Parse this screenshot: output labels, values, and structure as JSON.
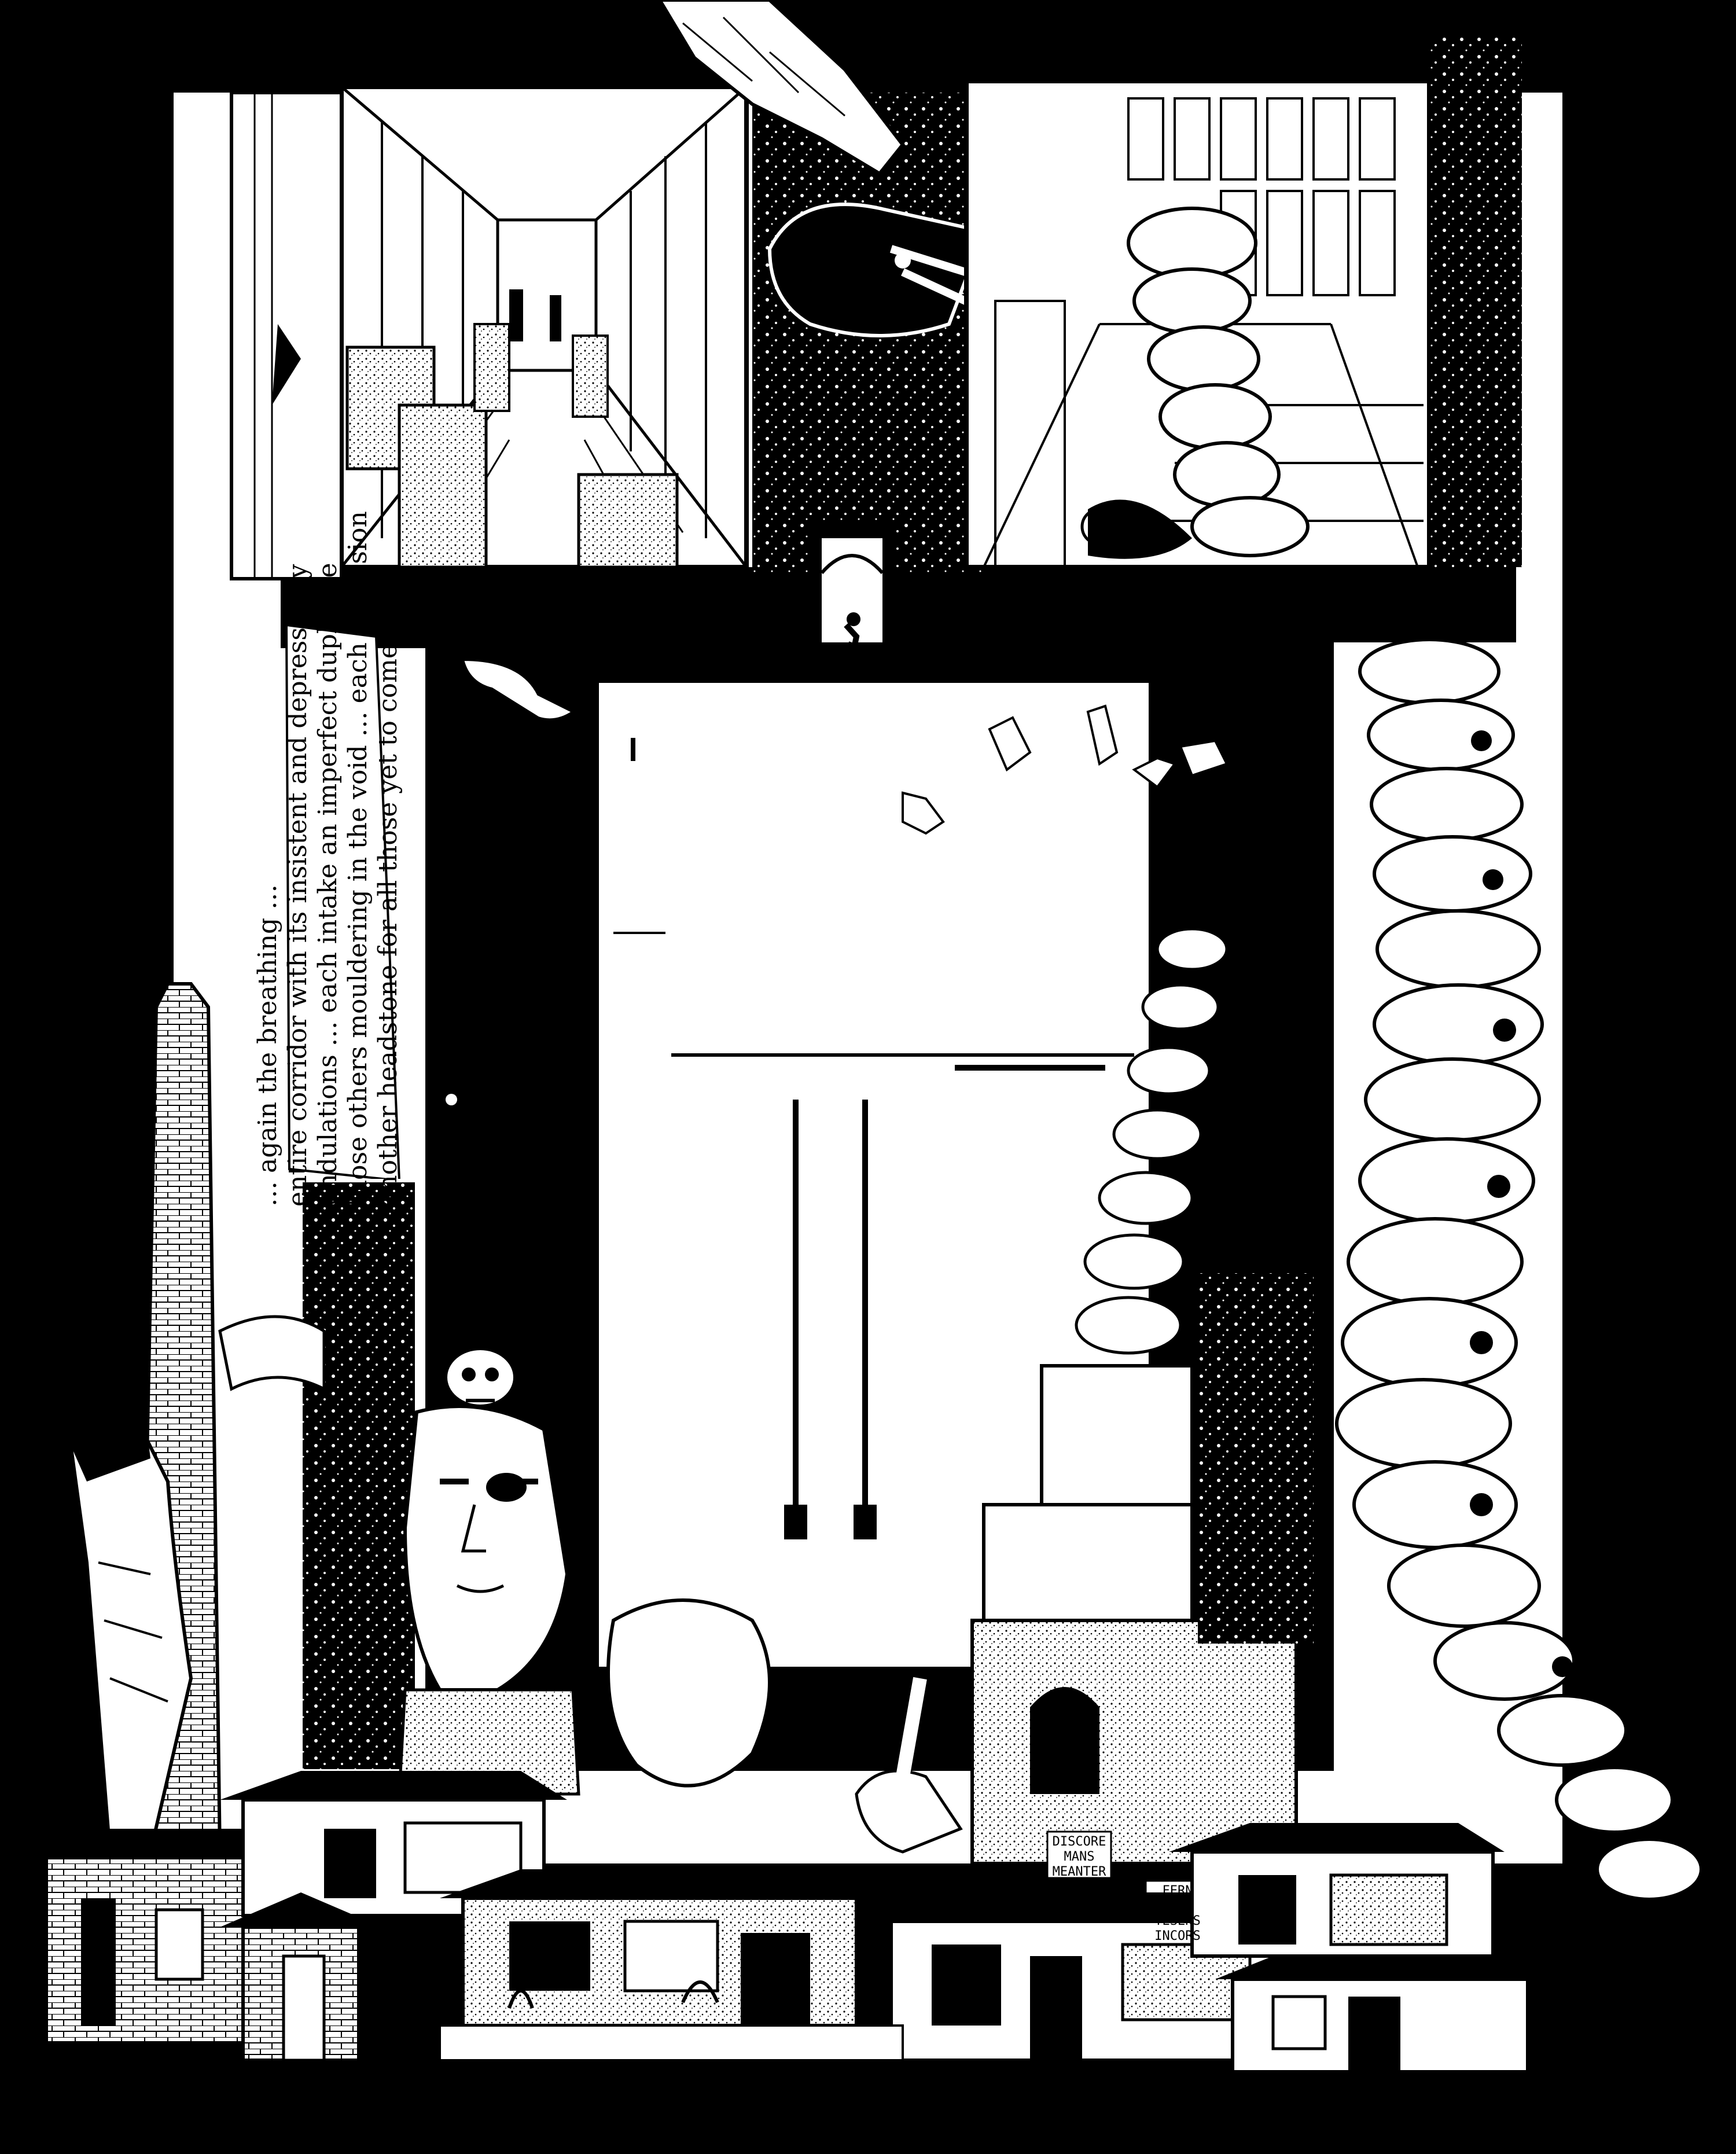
{
  "artwork": {
    "style": "black-and-white photocopy collage",
    "colors": {
      "ink": "#000000",
      "paper": "#ffffff",
      "gray": "#8a8a8a"
    }
  },
  "caption": {
    "lines": [
      "… again the breathing …",
      "entire corridor with its insistent and depressingly",
      "undulations … each intake an imperfect duplicate",
      "those others mouldering in the void … each expulsion",
      "another headstone for all those yet to come …"
    ]
  },
  "signs": {
    "sign1": "DISCORE\nMANS\nMEANTER",
    "sign2": "FERN\nHELD\nTESENS\nINCORS"
  },
  "icons": {
    "spine": "spine-icon",
    "skull": "skull-icon",
    "hand": "hand-icon",
    "figure": "monk-figure-icon"
  }
}
